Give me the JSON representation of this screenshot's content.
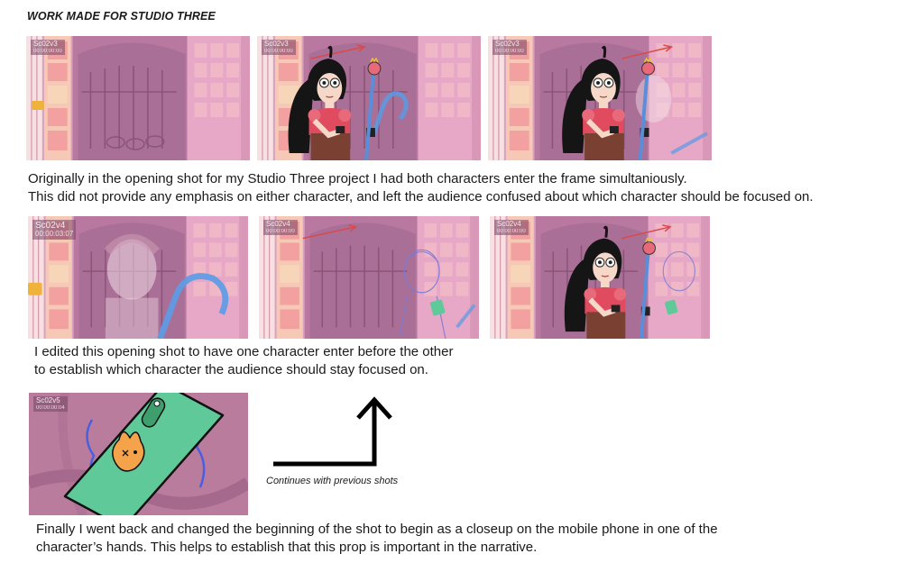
{
  "header": {
    "title": "WORK MADE FOR STUDIO THREE"
  },
  "row1": {
    "frames": [
      {
        "scene": "Sc02v3",
        "timecode": "00:00:00:00"
      },
      {
        "scene": "Sc02v3",
        "timecode": "00:00:00:00"
      },
      {
        "scene": "Sc02v3",
        "timecode": "00:00:00:00"
      }
    ],
    "text": [
      "Originally in the opening shot for my Studio Three project I had both characters enter the frame simultaniously.",
      "This did not provide any emphasis on either character, and left the audience confused about which character should be focused on."
    ]
  },
  "row2": {
    "frames": [
      {
        "scene": "Sc02v4",
        "timecode": "00:00:03:07"
      },
      {
        "scene": "Sc02v4",
        "timecode": "00:00:00:00"
      },
      {
        "scene": "Sc02v4",
        "timecode": "00:00:00:00"
      }
    ],
    "text": [
      "I edited this opening shot to have one character enter before the other",
      "to establish which character the audience should stay focused on."
    ]
  },
  "row3": {
    "frames": [
      {
        "scene": "Sc02v5",
        "timecode": "00:00:00:04"
      }
    ],
    "arrow_caption": "Continues with previous shots",
    "text": [
      "Finally I went back and changed the beginning of the shot to begin as a closeup on the mobile phone in one of the",
      "character’s hands. This helps to establish that this prop is important in the narrative."
    ]
  },
  "colors": {
    "wall": "#d79ab9",
    "tile": "#f2a8a8",
    "grate": "#b27ca2",
    "phone_green": "#5fc99a",
    "dress": "#e14b5f",
    "hair": "#151515"
  }
}
